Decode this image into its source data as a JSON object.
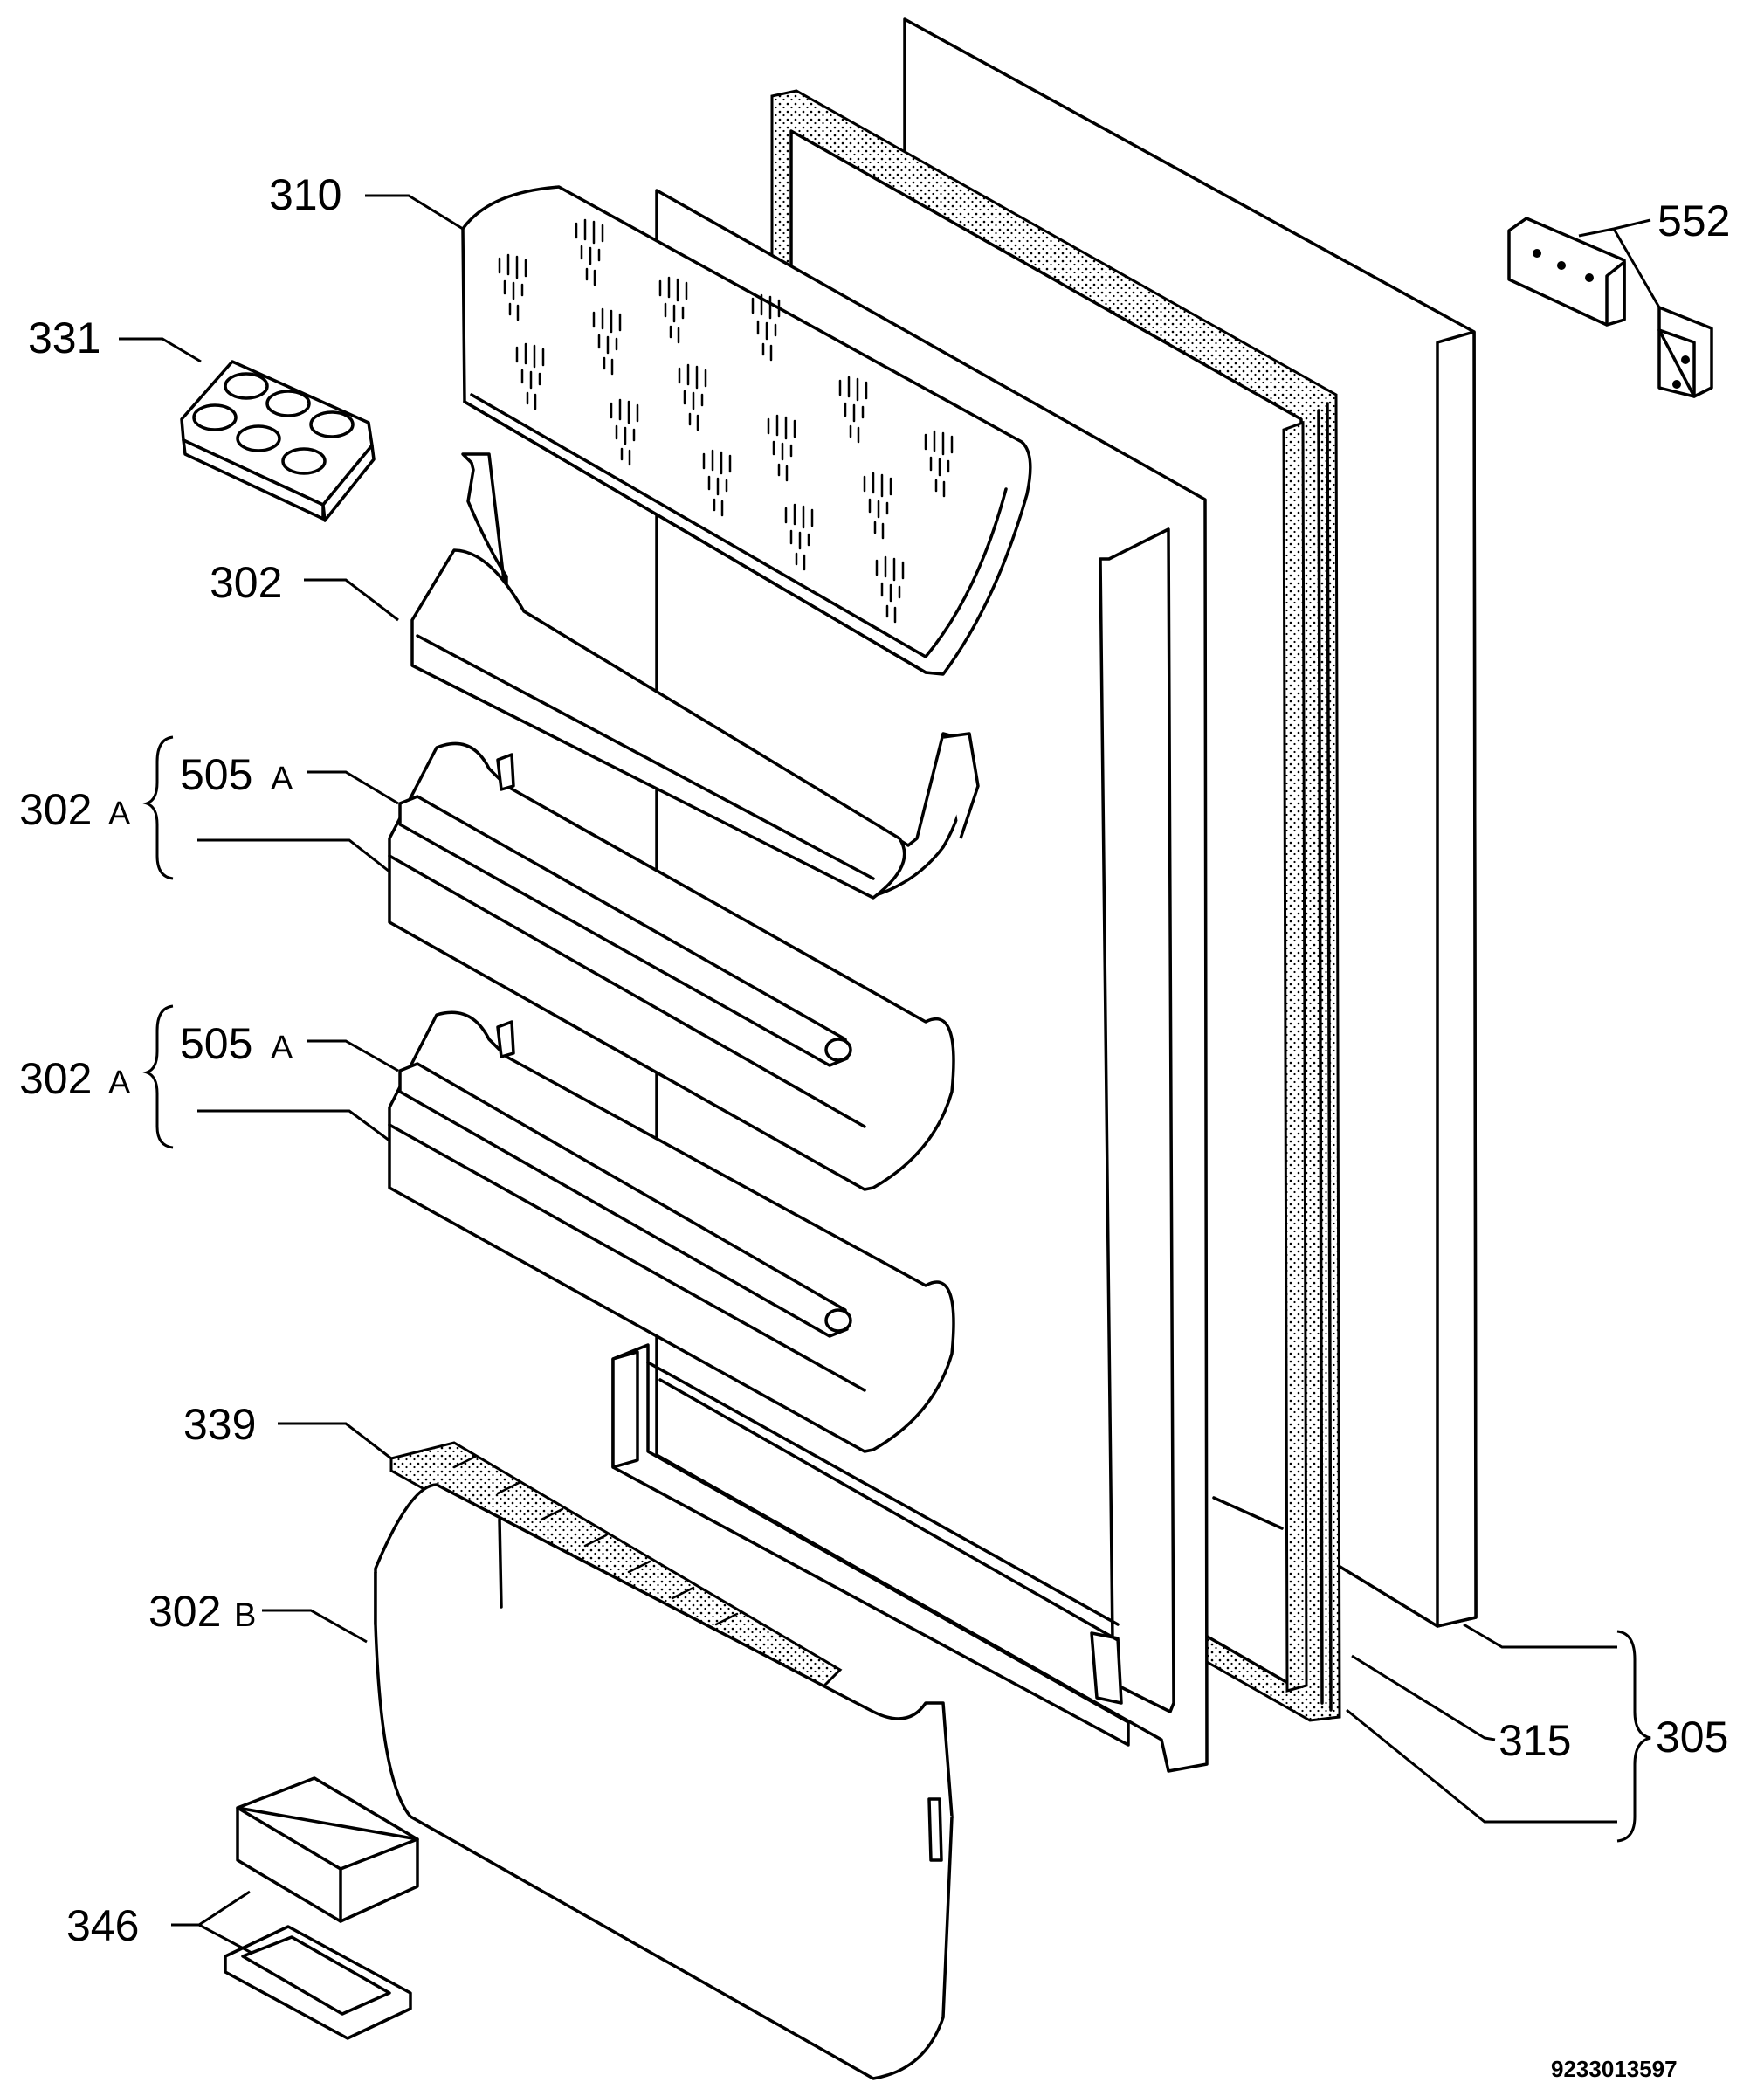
{
  "labels": {
    "l310": "310",
    "l331": "331",
    "l302": "302",
    "l302a_1": "302",
    "l302a_1_sub": "A",
    "l505a_1": "505",
    "l505a_1_sub": "A",
    "l302a_2": "302",
    "l302a_2_sub": "A",
    "l505a_2": "505",
    "l505a_2_sub": "A",
    "l339": "339",
    "l302b": "302",
    "l302b_sub": "B",
    "l346": "346",
    "l552": "552",
    "l315": "315",
    "l305": "305"
  },
  "document_number": "9233013597"
}
